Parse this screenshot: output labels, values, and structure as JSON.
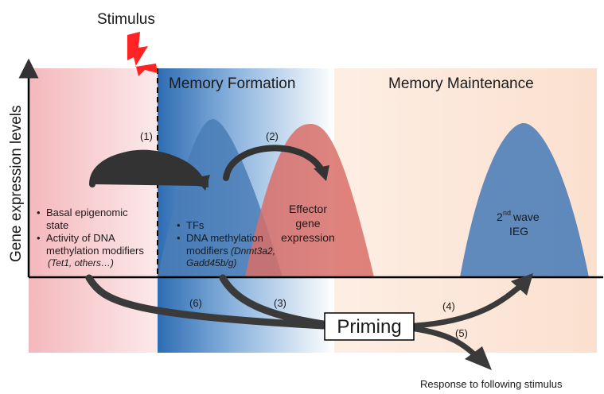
{
  "title_stimulus": "Stimulus",
  "y_axis_label": "Gene expression levels",
  "phases": {
    "formation": "Memory Formation",
    "maintenance": "Memory Maintenance"
  },
  "basal": {
    "line1": "Basal epigenomic",
    "line2": "state",
    "line3": "Activity of DNA",
    "line4": "methylation modifiers",
    "line5": "(Tet1, others…)"
  },
  "formation_box": {
    "line1": "TFs",
    "line2": "DNA methylation",
    "line3": "modifiers",
    "line3_italic": "(Dnmt3a2,",
    "line4": "Gadd45b/g)"
  },
  "effector": {
    "line1": "Effector",
    "line2": "gene",
    "line3": "expression"
  },
  "second_wave": {
    "ordinal": "2",
    "sup": "nd",
    "word": "wave",
    "line2": "IEG"
  },
  "steps": [
    "(1)",
    "(2)",
    "(3)",
    "(4)",
    "(5)",
    "(6)"
  ],
  "priming": "Priming",
  "response": "Response to following stimulus",
  "colors": {
    "basal_bg": "#f7c6c9",
    "formation_bg": "#2f6fb4",
    "maintenance_bg": "#fbe3d3",
    "blue_peak": "#4f7fb5",
    "red_peak": "#d9746f",
    "bolt": "#ff2a2a",
    "arrow": "#3a3a3a"
  }
}
